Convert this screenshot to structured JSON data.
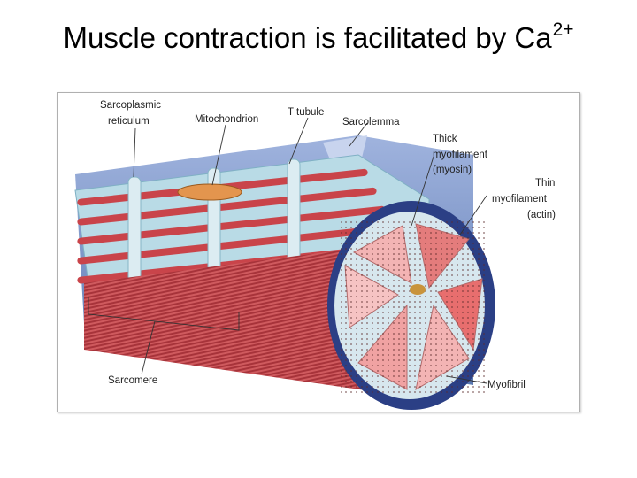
{
  "title": {
    "text": "Muscle contraction is facilitated by Ca",
    "superscript": "2+"
  },
  "labels": {
    "sarcoplasmic_1": "Sarcoplasmic",
    "sarcoplasmic_2": "reticulum",
    "mitochondrion": "Mitochondrion",
    "t_tubule": "T tubule",
    "sarcolemma": "Sarcolemma",
    "thick_1": "Thick",
    "thick_2": "myofilament",
    "thick_3": "(myosin)",
    "thin_1": "Thin",
    "thin_2": "myofilament",
    "thin_3": "(actin)",
    "sarcomere": "Sarcomere",
    "myofibril": "Myofibril"
  },
  "colors": {
    "myofibril_red": "#c9444a",
    "reticulum_blue": "#b9dbe6",
    "sarcolemma_blue": "#3d5fa3",
    "cross_section_pink": "#f3b4b4"
  }
}
